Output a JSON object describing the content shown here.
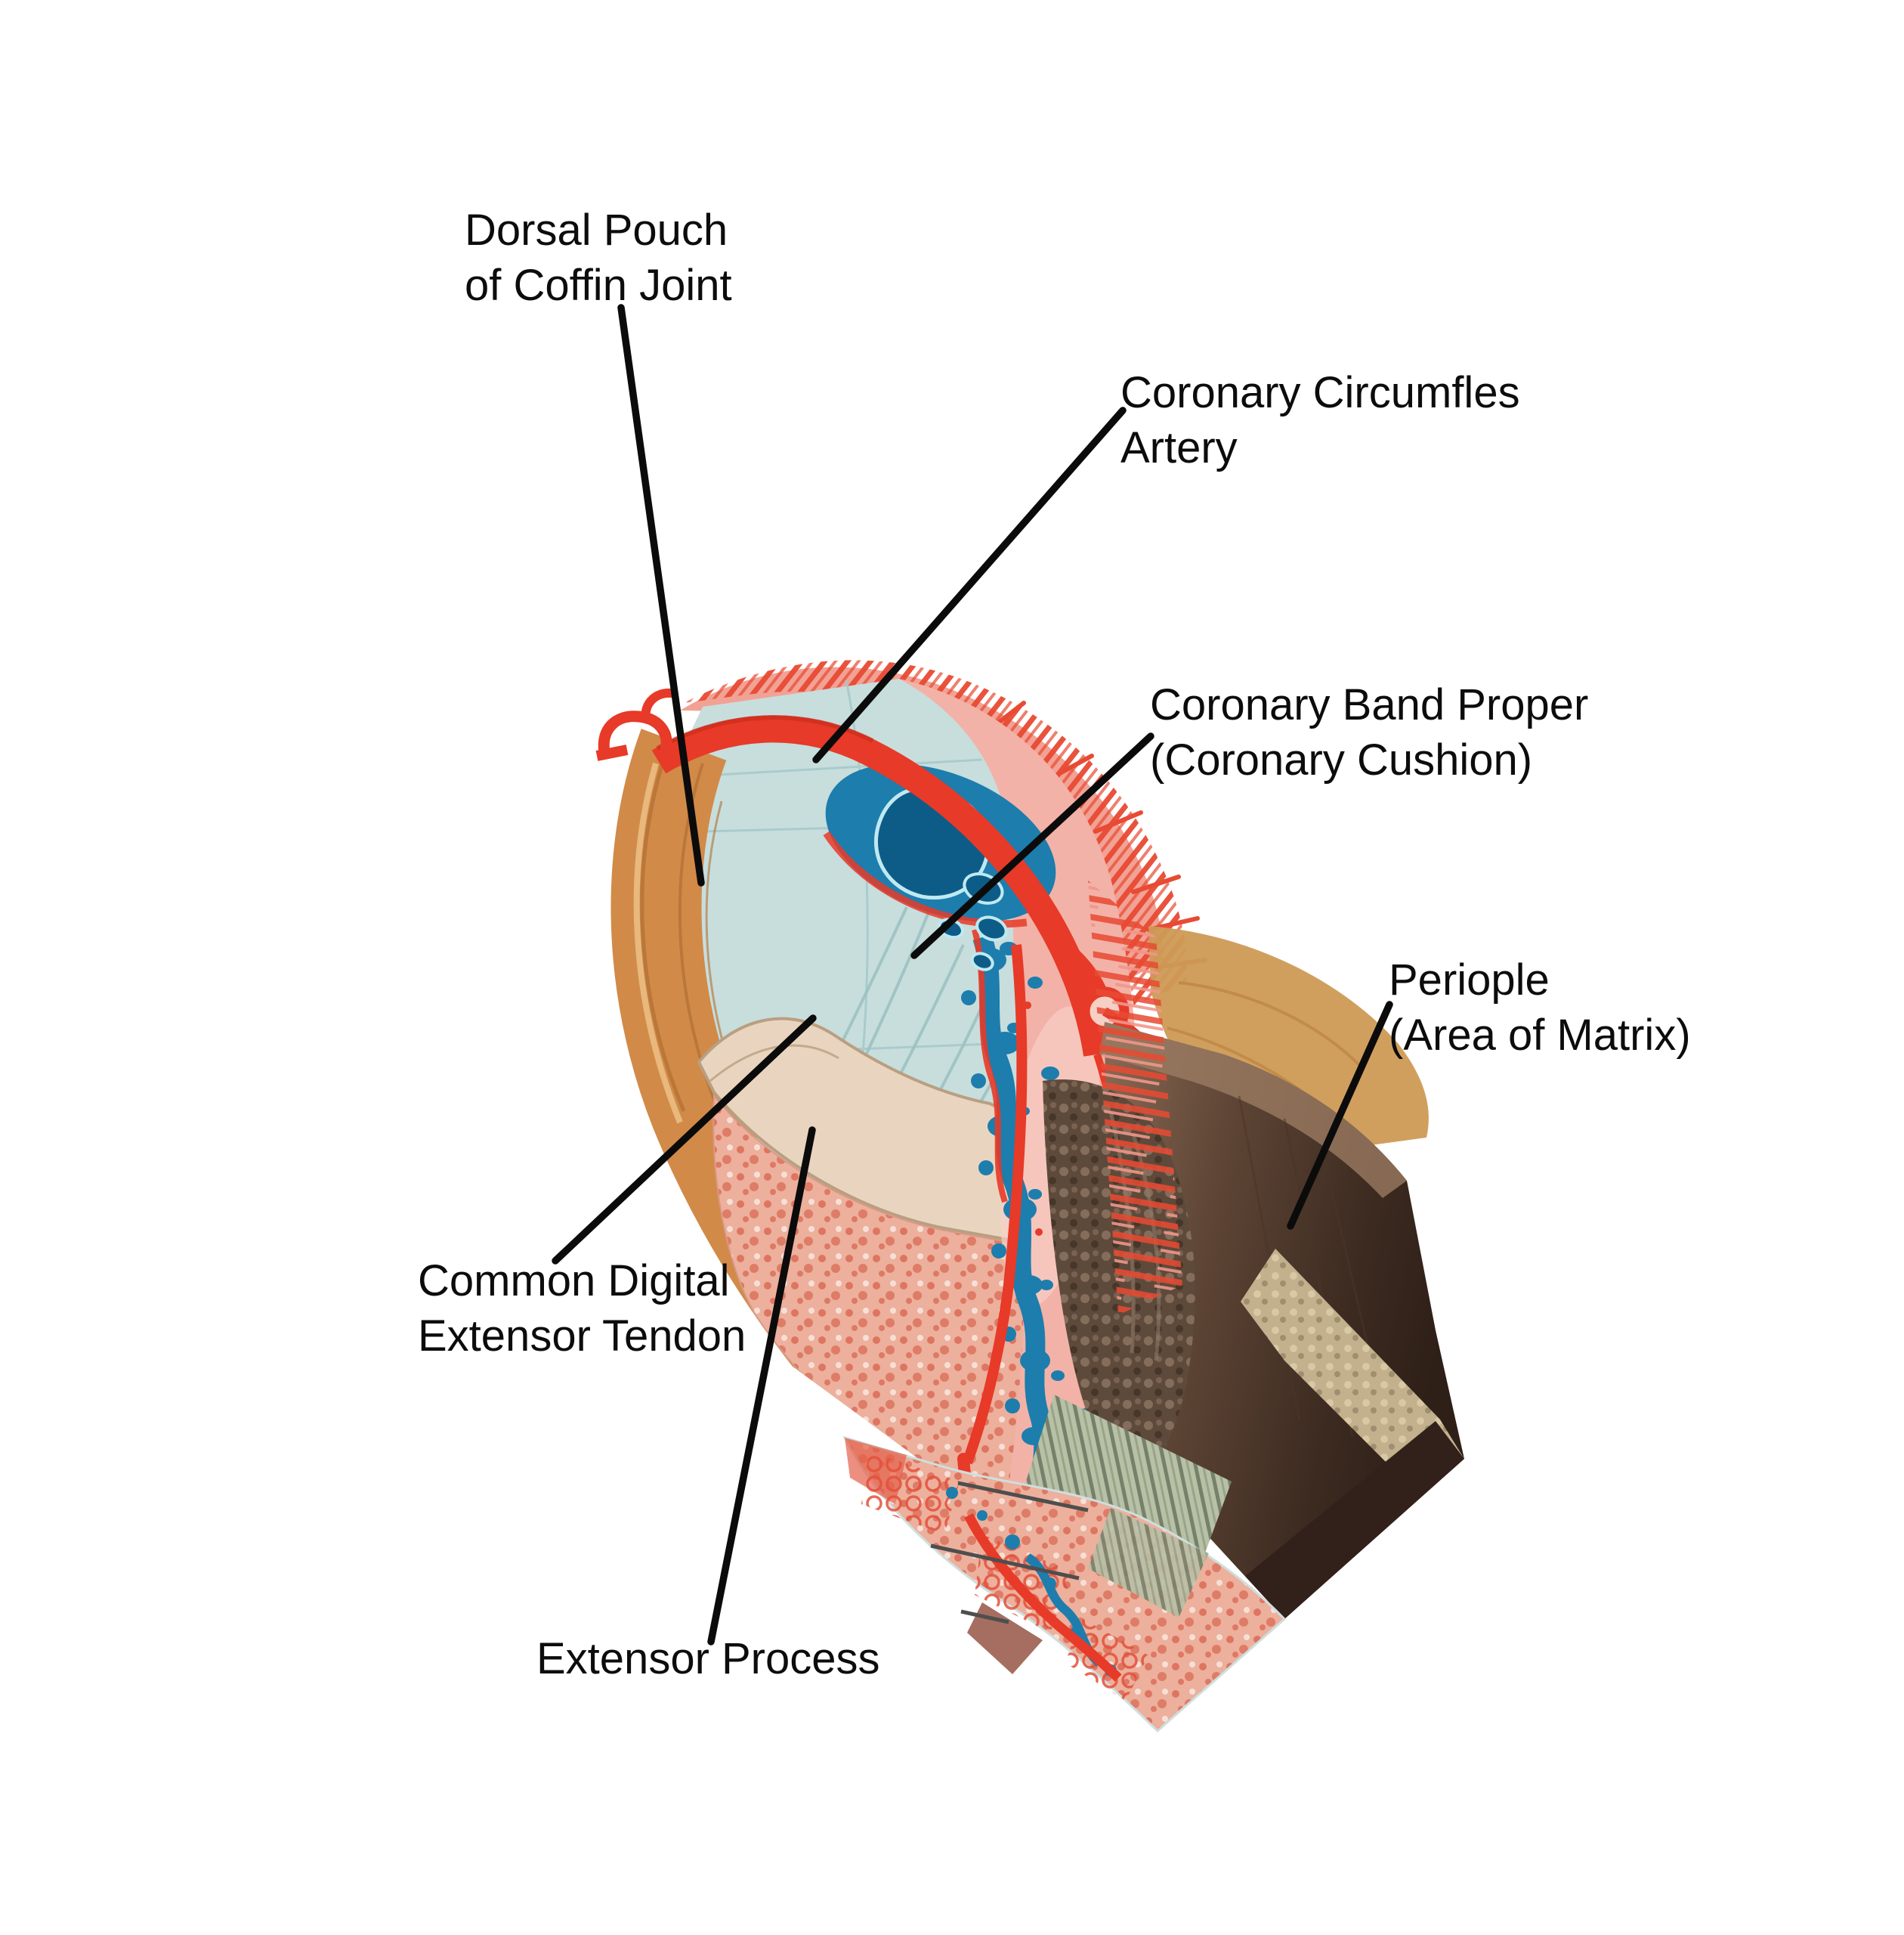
{
  "figure_type": "anatomical diagram of horse hoof coronary band cross-section",
  "background": "#ffffff",
  "labels": {
    "dorsal_pouch": {
      "line1": "Dorsal Pouch",
      "line2": "of Coffin Joint"
    },
    "coronary_artery": {
      "line1": "Coronary Circumfles",
      "line2": "Artery"
    },
    "coronary_band": {
      "line1": "Coronary Band Proper",
      "line2": "(Coronary Cushion)"
    },
    "periople": {
      "line1": "Periople",
      "line2": "(Area of Matrix)"
    },
    "extensor_tendon": {
      "line1": "Common Digital",
      "line2": "Extensor Tendon"
    },
    "extensor_process": {
      "line1": "Extensor Process"
    }
  },
  "palette": {
    "label_color": "#0c0c0c",
    "leader_color": "#0b0b0b",
    "bone_orange": "#d18a48",
    "bone_orange_dark": "#b06f33",
    "bone_orange_light": "#e8b87d",
    "cartilage_blue": "#c7dedd",
    "cartilage_line": "#a6c8c9",
    "tendon_line": "#9dc2c2",
    "cream": "#e9d5bf",
    "cream_edge": "#b99f82",
    "bone_speckle_bg": "#ecb09c",
    "speckle_dot": "#d96752",
    "cushion_pink": "#f3b2a8",
    "cushion_pink_light": "#f7cfc6",
    "artery_red": "#e73a28",
    "artery_red_dark": "#c62a1b",
    "fringe_red": "#e84a33",
    "fringe_back": "#f0988a",
    "vein_blue": "#1d7dad",
    "vein_blue_dark": "#0d5c88",
    "vein_outline": "#bfe9f1",
    "wall_light": "#8a6a55",
    "wall_mid": "#5f4636",
    "wall_dark": "#3d2b21",
    "wall_darkest": "#2e1f17",
    "stipple_dark_bg": "#5e4a3a",
    "stipple_dark_dot": "#8a7160",
    "tubule_bg": "#b7c1a6",
    "tubule_stripe": "#77806a",
    "tan_patch": "#cd9a55",
    "tan_stipple_bg": "#c3b08d",
    "tan_stipple_dot": "#a08f6e",
    "lace_red": "#e4503a",
    "maroon_patch": "#8e4a3a",
    "needle_gray": "#4e4e4e"
  }
}
